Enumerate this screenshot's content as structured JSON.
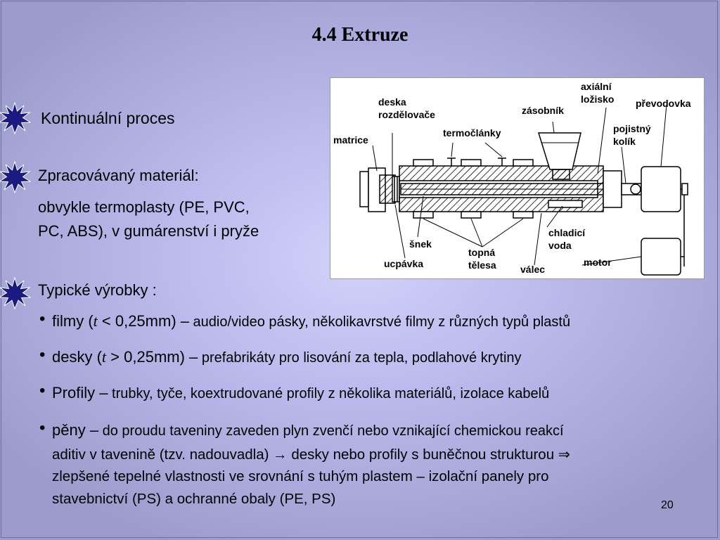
{
  "slide": {
    "title": "4.4 Extruze",
    "page_number": "20",
    "sections": [
      {
        "text": "Kontinuální proces"
      },
      {
        "text": "Zpracovávaný materiál:",
        "lines": [
          "obvykle termoplasty (PE, PVC,",
          "PC, ABS), v gumárenství i pryže"
        ]
      },
      {
        "text": "Typické výrobky :"
      }
    ],
    "bullets": [
      {
        "lead": "filmy (",
        "var": "t",
        "rel": " < 0,25mm) –",
        "rest": " audio/video pásky, několikavrstvé filmy z různých typů plastů"
      },
      {
        "lead": "desky (",
        "var": "t",
        "rel": " > 0,25mm) –",
        "rest": " prefabrikáty pro lisování za tepla, podlahové krytiny"
      },
      {
        "lead": "Profily –",
        "rest": " trubky, tyče, koextrudované profily z několika materiálů, izolace kabelů"
      },
      {
        "lead": "pěny –",
        "rest": " do proudu taveniny zaveden plyn zvenčí nebo vznikající chemickou reakcí",
        "cont": [
          "aditiv v tavenině (tzv. nadouvadla) → desky nebo profily s buněčnou strukturou ⇒",
          "zlepšené tepelné vlastnosti ve srovnání s tuhým plastem – izolační panely pro",
          "stavebnictví (PS) a ochranné obaly (PE, PS)"
        ]
      }
    ]
  },
  "diagram": {
    "labels": {
      "deska": "deska",
      "rozdelovace": "rozdělovače",
      "zasobnik": "zásobník",
      "axialni": "axiální",
      "lozisko": "ložisko",
      "prevodovka": "převodovka",
      "matrice": "matrice",
      "termoclanky": "termočlánky",
      "pojistny": "pojistný",
      "kolik": "kolík",
      "chladici": "chladicí",
      "voda": "voda",
      "snek": "šnek",
      "topna": "topná",
      "telesa": "tělesa",
      "ucpavka": "ucpávka",
      "valec": "válec",
      "motor": "motor"
    }
  },
  "colors": {
    "star_fill": "#1a1a80",
    "star_stroke": "#ffffff"
  }
}
